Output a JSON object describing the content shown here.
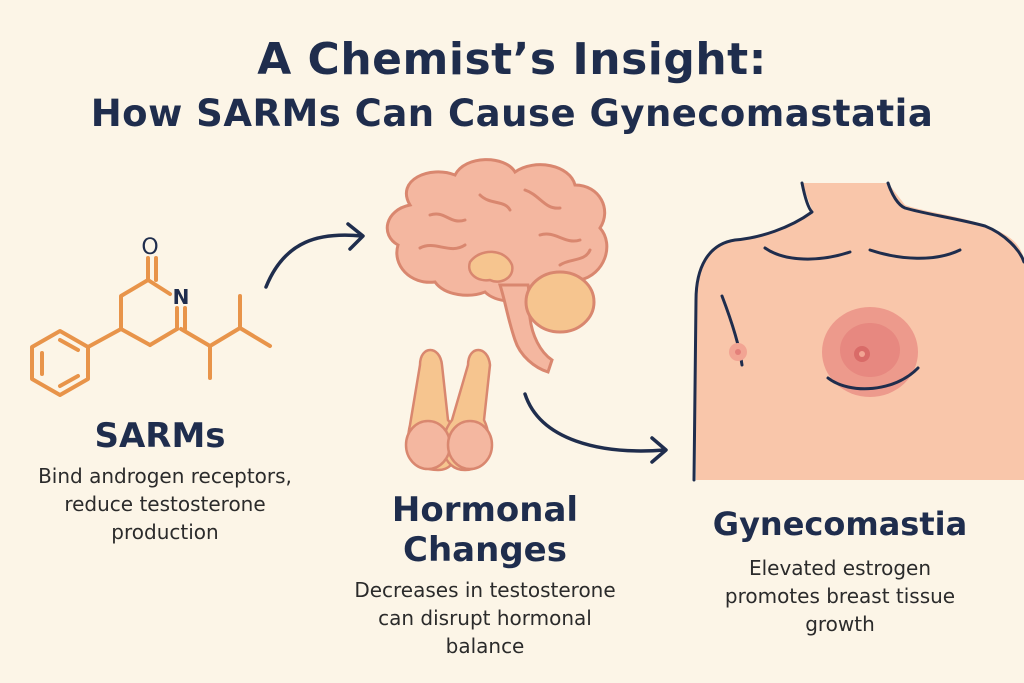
{
  "title": {
    "line1": "A Chemist’s Insight:",
    "line2": "How SARMs Can Cause Gynecomastatia"
  },
  "sarms": {
    "heading": "SARMs",
    "description": [
      "Bind androgen receptors,",
      "reduce testosterone",
      "production"
    ],
    "atom_o": "O",
    "atom_n": "N"
  },
  "hormonal": {
    "heading": [
      "Hormonal",
      "Changes"
    ],
    "description": [
      "Decreases in testosterone",
      "can disrupt hormonal",
      "balance"
    ]
  },
  "gynecomastia": {
    "heading": "Gynecomastia",
    "description": [
      "Elevated estrogen",
      "promotes breast tissue",
      "growth"
    ]
  },
  "colors": {
    "background": "#fcf5e7",
    "text_dark": "#1f2d4d",
    "molecule": "#e8944a",
    "brain": "#f4b7a0",
    "skin": "#f9c6aa",
    "breast": "#e4807a"
  },
  "icons": [
    "sarm-molecule-icon",
    "brain-icon",
    "testes-icon",
    "chest-icon",
    "arrow-icon"
  ]
}
